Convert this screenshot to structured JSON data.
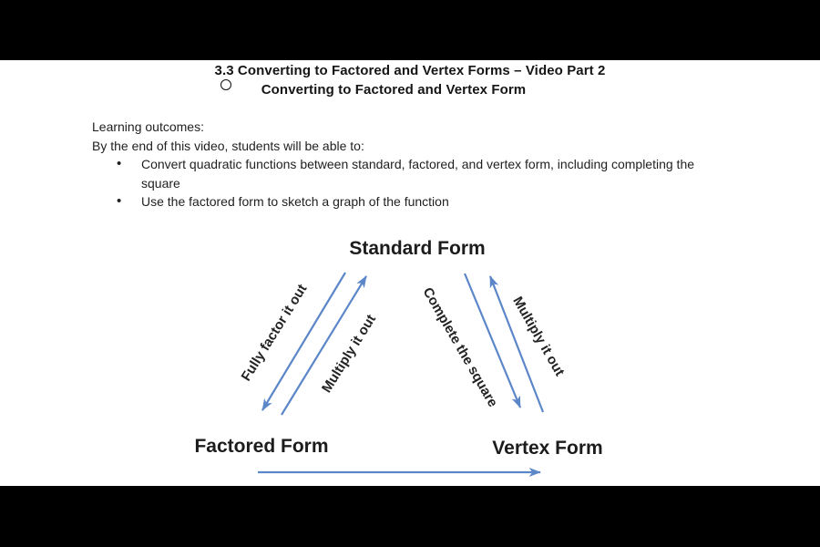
{
  "page": {
    "title_line1": "3.3 Converting to Factored and Vertex Forms – Video Part 2",
    "title_line2": "Converting to Factored and Vertex Form"
  },
  "learning": {
    "heading": "Learning outcomes:",
    "intro": "By the end of this video, students will be able to:",
    "bullets": [
      "Convert quadratic functions between standard, factored, and vertex form, including completing the square",
      "Use the factored form to sketch a graph of the function"
    ]
  },
  "diagram": {
    "nodes": {
      "standard": "Standard Form",
      "factored": "Factored Form",
      "vertex": "Vertex Form"
    },
    "edges": {
      "fully_factor": "Fully factor it out",
      "multiply_left": "Multiply it out",
      "complete_square": "Complete the square",
      "multiply_right": "Multiply it out"
    }
  },
  "colors": {
    "letterbox": "#000000",
    "background": "#ffffff",
    "text": "#1f1f1f",
    "arrow_blue": "#5b86c8"
  }
}
